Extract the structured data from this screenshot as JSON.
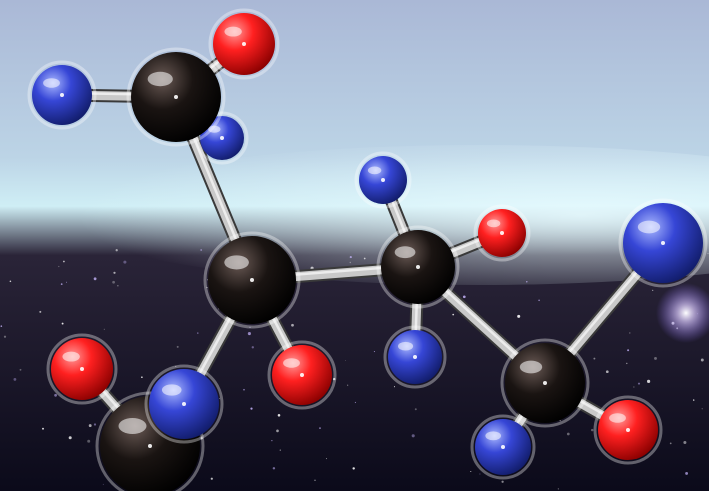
{
  "scene": {
    "palette": {
      "sky_top": "#aab8d6",
      "sky_mid": "#bcd4e6",
      "sky_bright": "#cfeef5",
      "space_dark": "#0b0a1a",
      "space_mid": "#2a2438",
      "carbon": "#2a2422",
      "oxygen": "#ff2a2a",
      "hydrogen": "#3a4ad8",
      "bond": "#c9c9c9"
    },
    "atoms": [
      {
        "id": "c1",
        "element": "carbon"
      },
      {
        "id": "c2",
        "element": "carbon"
      },
      {
        "id": "c3",
        "element": "carbon"
      },
      {
        "id": "c4",
        "element": "carbon"
      },
      {
        "id": "c5",
        "element": "carbon"
      },
      {
        "id": "o1",
        "element": "oxygen"
      },
      {
        "id": "o2",
        "element": "oxygen"
      },
      {
        "id": "o3",
        "element": "oxygen"
      },
      {
        "id": "o4",
        "element": "oxygen"
      },
      {
        "id": "o5",
        "element": "oxygen"
      },
      {
        "id": "h1",
        "element": "hydrogen"
      },
      {
        "id": "h2",
        "element": "hydrogen"
      },
      {
        "id": "h3",
        "element": "hydrogen"
      },
      {
        "id": "h4",
        "element": "hydrogen"
      },
      {
        "id": "h5",
        "element": "hydrogen"
      },
      {
        "id": "h6",
        "element": "hydrogen"
      },
      {
        "id": "h7",
        "element": "hydrogen"
      }
    ]
  }
}
